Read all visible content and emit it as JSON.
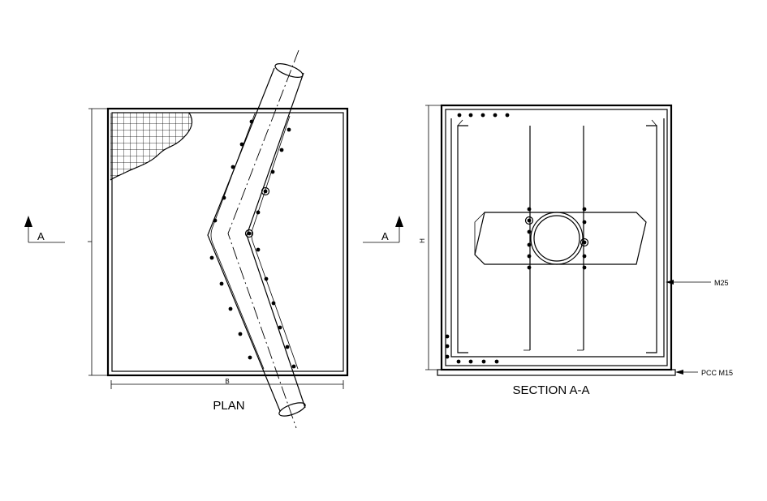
{
  "plan": {
    "title": "PLAN",
    "dimension_width": "B",
    "section_mark_left": "A",
    "section_mark_right": "A"
  },
  "section": {
    "title": "SECTION A-A",
    "dimension_height": "H",
    "callout_concrete": "M25",
    "callout_base": "PCC M15"
  }
}
